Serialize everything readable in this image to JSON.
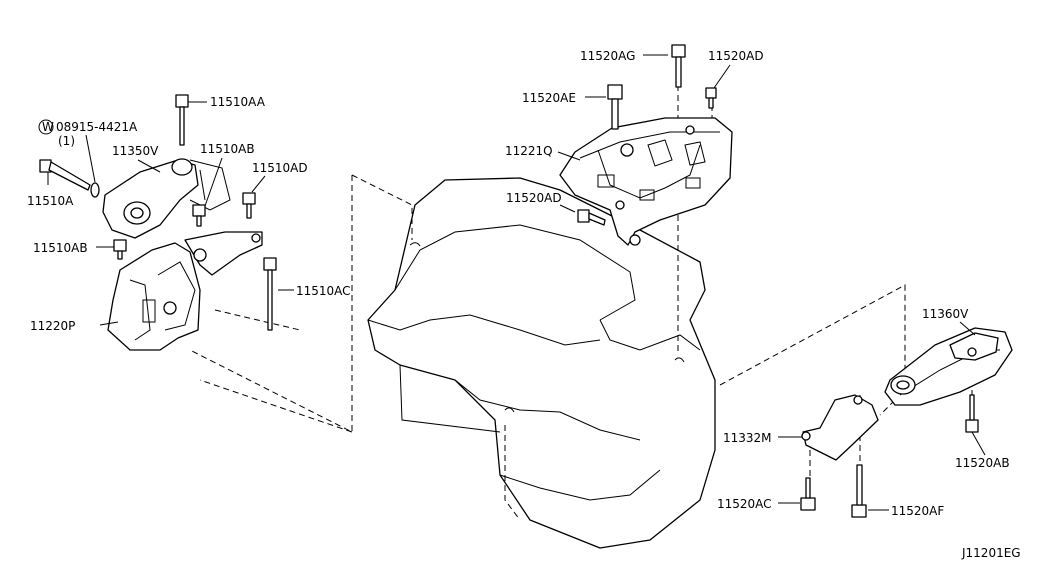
{
  "labels": {
    "p11510AA": "11510AA",
    "washer": "08915-4421A",
    "washer_qty": "(1)",
    "washer_sym": "W",
    "p11350V": "11350V",
    "p11510AB_top": "11510AB",
    "p11510AD_left": "11510AD",
    "p11510A": "11510A",
    "p11510AB_left": "11510AB",
    "p11510AC": "11510AC",
    "p11220P": "11220P",
    "p11520AG": "11520AG",
    "p11520AD_top": "11520AD",
    "p11520AE": "11520AE",
    "p11221Q": "11221Q",
    "p11520AD_mid": "11520AD",
    "p11360V": "11360V",
    "p11332M": "11332M",
    "p11520AB": "11520AB",
    "p11520AC": "11520AC",
    "p11520AF": "11520AF",
    "diagram_id": "J11201EG"
  }
}
